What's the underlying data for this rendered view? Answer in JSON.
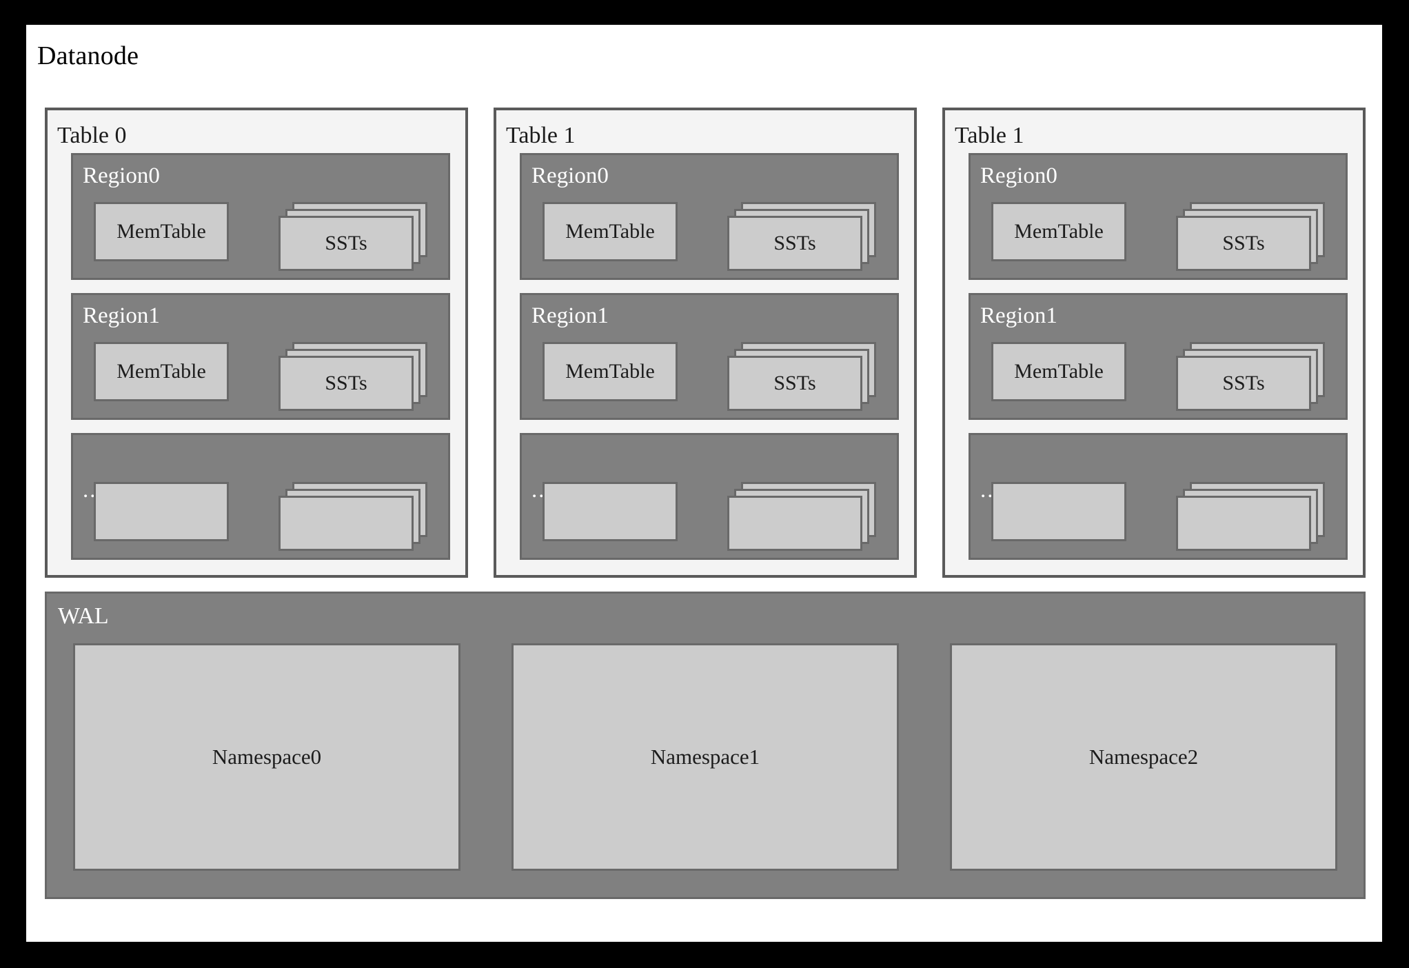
{
  "diagram": {
    "title": "Datanode",
    "colors": {
      "outer_border": "#000000",
      "canvas": "#ffffff",
      "table_panel_fill": "#f4f4f4",
      "table_panel_border": "#5a5a5a",
      "region_fill": "#808080",
      "region_border": "#696969",
      "inner_box_fill": "#cccccc",
      "inner_box_border": "#696969",
      "dark_text": "#1c1c1c",
      "light_text": "#ffffff"
    }
  },
  "tables": [
    {
      "label": "Table 0",
      "regions": [
        {
          "label": "Region0",
          "memtable": "MemTable",
          "ssts": "SSTs",
          "sst_layers": 3
        },
        {
          "label": "Region1",
          "memtable": "MemTable",
          "ssts": "SSTs",
          "sst_layers": 3
        },
        {
          "label": "...",
          "memtable": "",
          "ssts": "",
          "sst_layers": 3
        }
      ]
    },
    {
      "label": "Table 1",
      "regions": [
        {
          "label": "Region0",
          "memtable": "MemTable",
          "ssts": "SSTs",
          "sst_layers": 3
        },
        {
          "label": "Region1",
          "memtable": "MemTable",
          "ssts": "SSTs",
          "sst_layers": 3
        },
        {
          "label": "...",
          "memtable": "",
          "ssts": "",
          "sst_layers": 3
        }
      ]
    },
    {
      "label": "Table 1",
      "regions": [
        {
          "label": "Region0",
          "memtable": "MemTable",
          "ssts": "SSTs",
          "sst_layers": 3
        },
        {
          "label": "Region1",
          "memtable": "MemTable",
          "ssts": "SSTs",
          "sst_layers": 3
        },
        {
          "label": "...",
          "memtable": "",
          "ssts": "",
          "sst_layers": 3
        }
      ]
    }
  ],
  "wal": {
    "label": "WAL",
    "namespaces": [
      {
        "label": "Namespace0"
      },
      {
        "label": "Namespace1"
      },
      {
        "label": "Namespace2"
      }
    ]
  }
}
